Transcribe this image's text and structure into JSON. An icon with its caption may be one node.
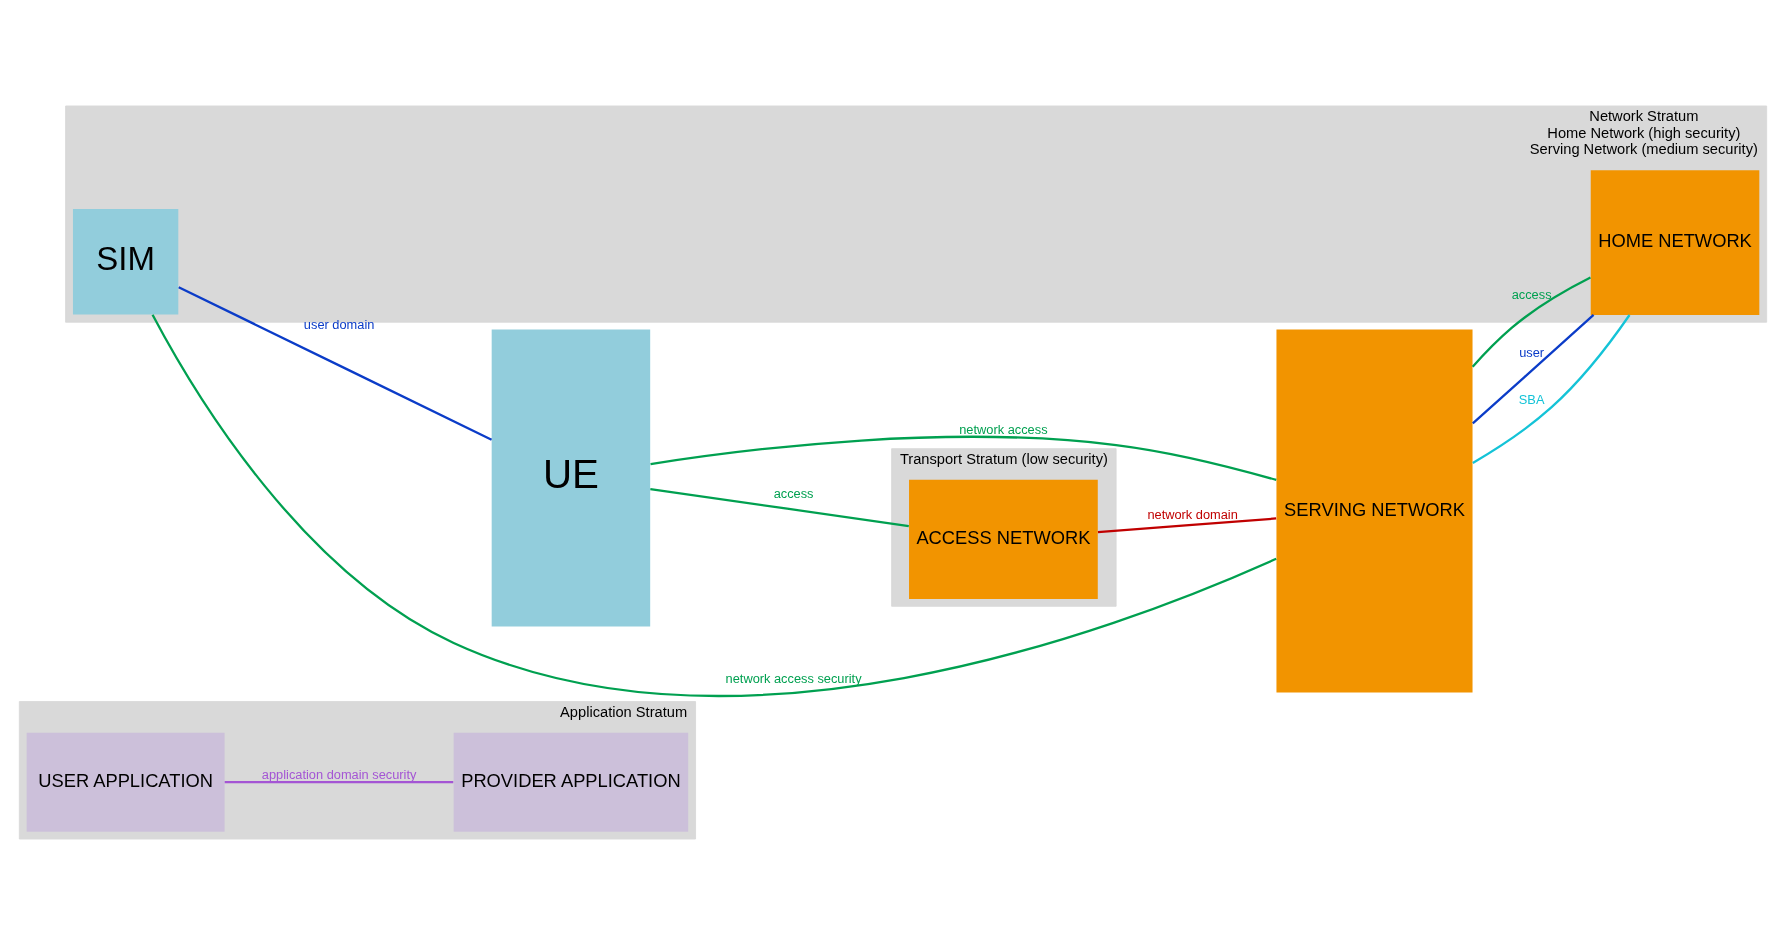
{
  "diagram": {
    "nodes": [
      {
        "text": [
          "Application Stratum"
        ]
      },
      {
        "text": [
          "USER APPLICATION"
        ],
        "in": 0
      },
      {
        "text": [
          "PROVIDER APPLICATION"
        ],
        "in": 0
      },
      {
        "text": [
          "Network Stratum",
          "Home Network (high security)",
          "Serving Network (medium security)"
        ]
      },
      {
        "text": [
          "SIM"
        ],
        "in": 3
      },
      {
        "text": [
          "HOME NETWORK"
        ],
        "in": 3
      },
      {
        "text": [
          "UE"
        ]
      },
      {
        "text": [
          "SERVING NETWORK"
        ]
      },
      {
        "text": [
          "Transport Stratum (low security)"
        ]
      },
      {
        "text": [
          "ACCESS NETWORK"
        ],
        "in": 8
      }
    ],
    "edges": [
      {
        "from": 1,
        "to": 2,
        "arrow": "none",
        "label": "application domain security",
        "color": "#a455d4"
      },
      {
        "from": 4,
        "to": 7,
        "arrow": "none",
        "label": "network access security"
      },
      {
        "from": 4,
        "to": 6,
        "arrow": "none",
        "label": "user domain",
        "color": "#0b3cc8"
      },
      {
        "from": 7,
        "to": 5,
        "arrow": "none",
        "label": "access"
      },
      {
        "from": 7,
        "to": 5,
        "arrow": "none",
        "label": "user",
        "color": "#0b3cc8"
      },
      {
        "from": 7,
        "to": 5,
        "arrow": "none",
        "label": "SBA",
        "color": "#14c3d7"
      },
      {
        "from": 6,
        "to": 7,
        "arrow": "none",
        "label": "network access"
      },
      {
        "from": 6,
        "to": 9,
        "arrow": "none",
        "label": "access"
      },
      {
        "from": 9,
        "to": 7,
        "arrow": "none",
        "label": "network domain",
        "color": "#c00000"
      }
    ]
  }
}
